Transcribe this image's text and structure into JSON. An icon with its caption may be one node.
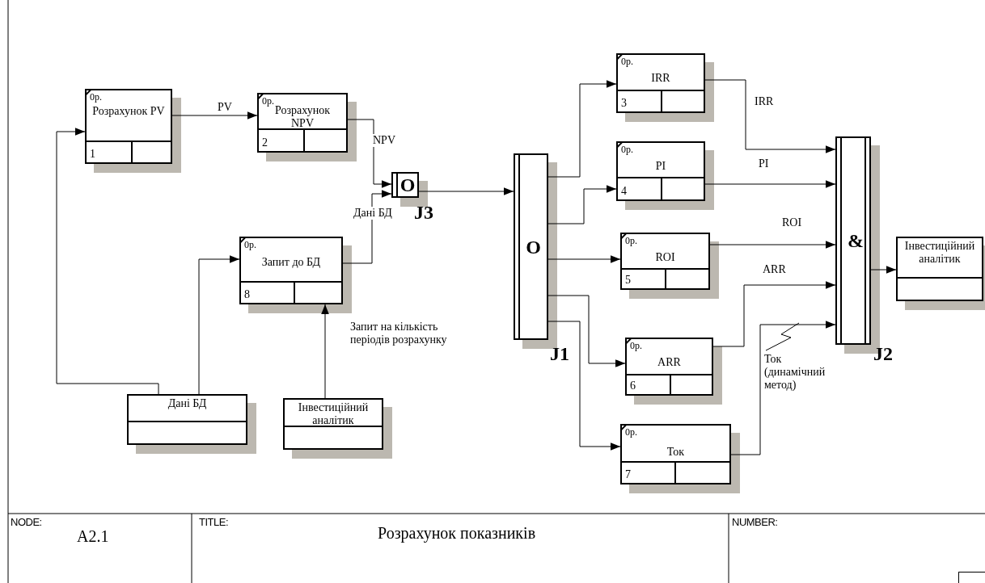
{
  "diagram": {
    "title": "Розрахунок показників",
    "nodes": [
      {
        "text": [
          "0р.",
          "Розрахунок PV",
          "1"
        ]
      },
      {
        "text": [
          "0р.",
          "Розрахунок NPV",
          "2"
        ]
      },
      {
        "text": [
          "O"
        ],
        "beside": [
          "J3"
        ]
      },
      {
        "text": [
          "0р.",
          "Запит до БД",
          "8"
        ]
      },
      {
        "text": [
          "Дані БД"
        ]
      },
      {
        "text": [
          "Інвестиційний аналітик"
        ]
      },
      {
        "text": [
          "O"
        ],
        "beside": [
          "J1"
        ]
      },
      {
        "text": [
          "0р.",
          "IRR",
          "3"
        ]
      },
      {
        "text": [
          "0р.",
          "PI",
          "4"
        ]
      },
      {
        "text": [
          "0р.",
          "ROI",
          "5"
        ]
      },
      {
        "text": [
          "0р.",
          "ARR",
          "6"
        ]
      },
      {
        "text": [
          "0р.",
          "Ток",
          "7"
        ]
      },
      {
        "text": [
          "&"
        ],
        "beside": [
          "J2"
        ]
      },
      {
        "text": [
          "Інвестиційний аналітик"
        ]
      }
    ],
    "edges": [
      {
        "from": 4,
        "to": 0,
        "arrow": "to"
      },
      {
        "from": 0,
        "to": 1,
        "arrow": "to",
        "label": "PV"
      },
      {
        "from": 1,
        "to": 2,
        "arrow": "to",
        "label": "NPV"
      },
      {
        "from": 3,
        "to": 2,
        "arrow": "to",
        "label": "Дані БД"
      },
      {
        "from": 4,
        "to": 3,
        "arrow": "to"
      },
      {
        "from": 5,
        "to": 3,
        "arrow": "to",
        "label": "Запит на кількість періодів розрахунку"
      },
      {
        "from": 2,
        "to": 6,
        "arrow": "to"
      },
      {
        "from": 6,
        "to": 7,
        "arrow": "to"
      },
      {
        "from": 6,
        "to": 8,
        "arrow": "to"
      },
      {
        "from": 6,
        "to": 9,
        "arrow": "to"
      },
      {
        "from": 6,
        "to": 10,
        "arrow": "to"
      },
      {
        "from": 6,
        "to": 11,
        "arrow": "to"
      },
      {
        "from": 7,
        "to": 12,
        "arrow": "to",
        "label": "IRR"
      },
      {
        "from": 8,
        "to": 12,
        "arrow": "to",
        "label": "PI"
      },
      {
        "from": 9,
        "to": 12,
        "arrow": "to",
        "label": "ROI"
      },
      {
        "from": 10,
        "to": 12,
        "arrow": "to",
        "label": "ARR"
      },
      {
        "from": 11,
        "to": 12,
        "arrow": "to",
        "label": "Ток (динамічний метод)"
      },
      {
        "from": 12,
        "to": 13,
        "arrow": "to"
      }
    ],
    "labels": [
      "NODE:",
      "A2.1",
      "TITLE:",
      "NUMBER:"
    ]
  }
}
